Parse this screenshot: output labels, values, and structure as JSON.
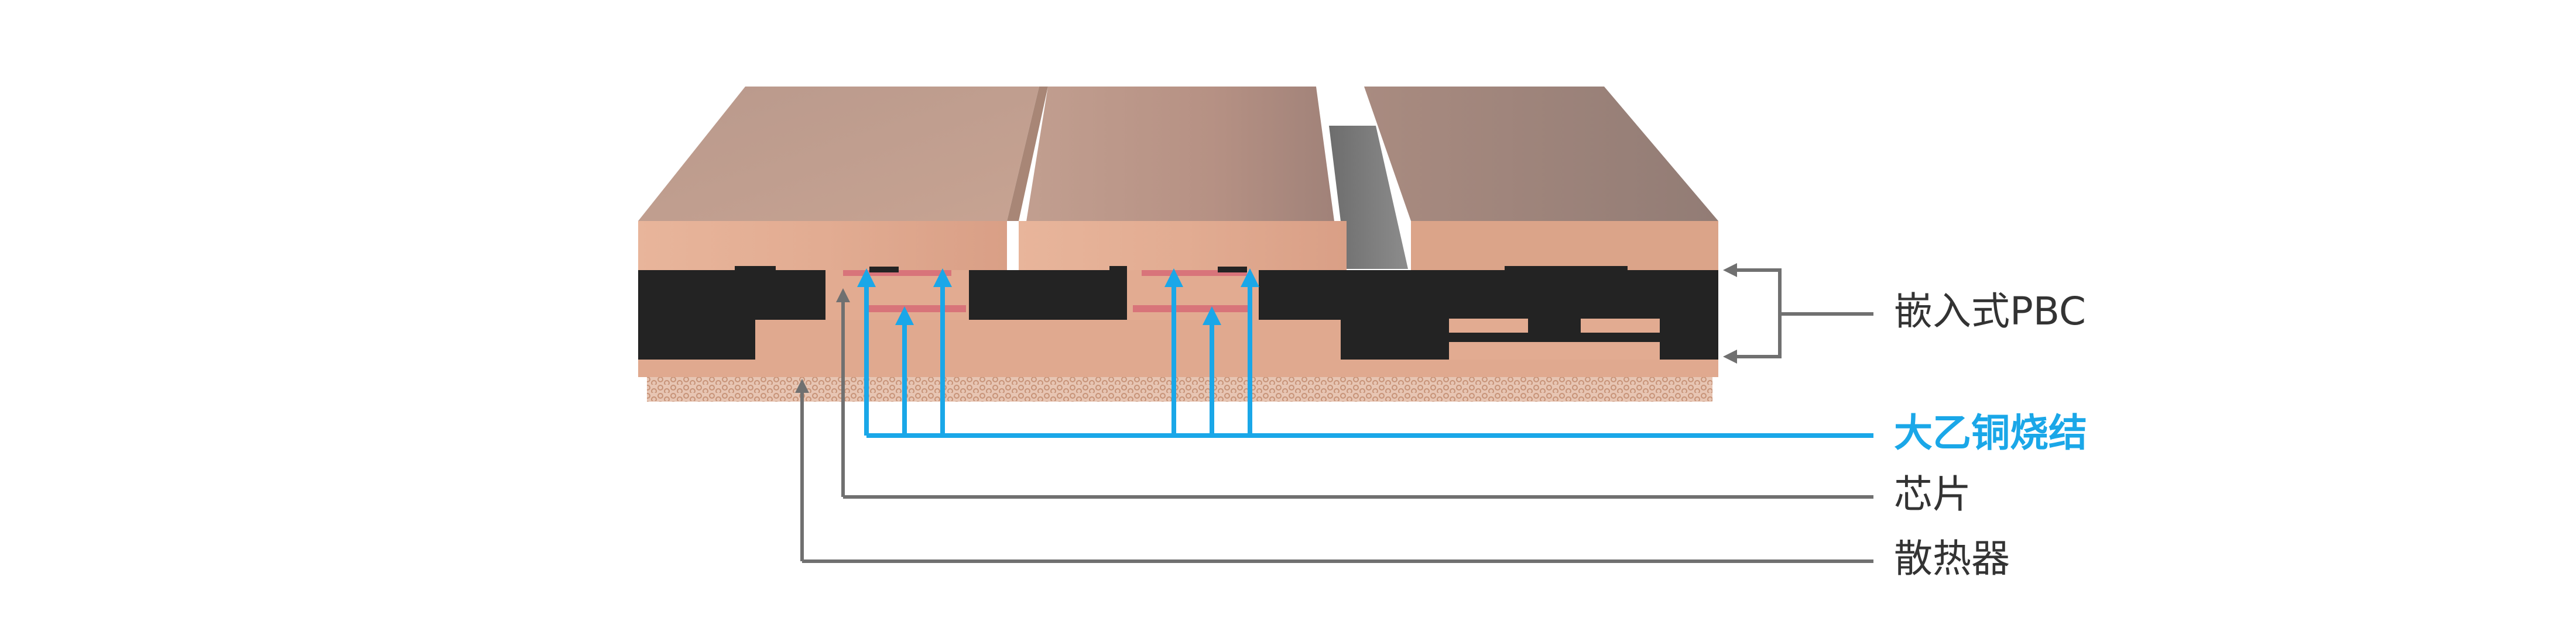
{
  "labels": {
    "embedded_pcb": "嵌入式PBC",
    "sinter": "大乙铜烧结",
    "chip": "芯片",
    "heatsink": "散热器"
  },
  "colors": {
    "copper_light": "#e3ad93",
    "copper_mid": "#d49f89",
    "copper_dark": "#a88676",
    "dielectric": "#232323",
    "sinter_layer": "#d8747a",
    "arrow_blue": "#1aa7e8",
    "arrow_gray": "#707070",
    "label_text": "#333333"
  }
}
